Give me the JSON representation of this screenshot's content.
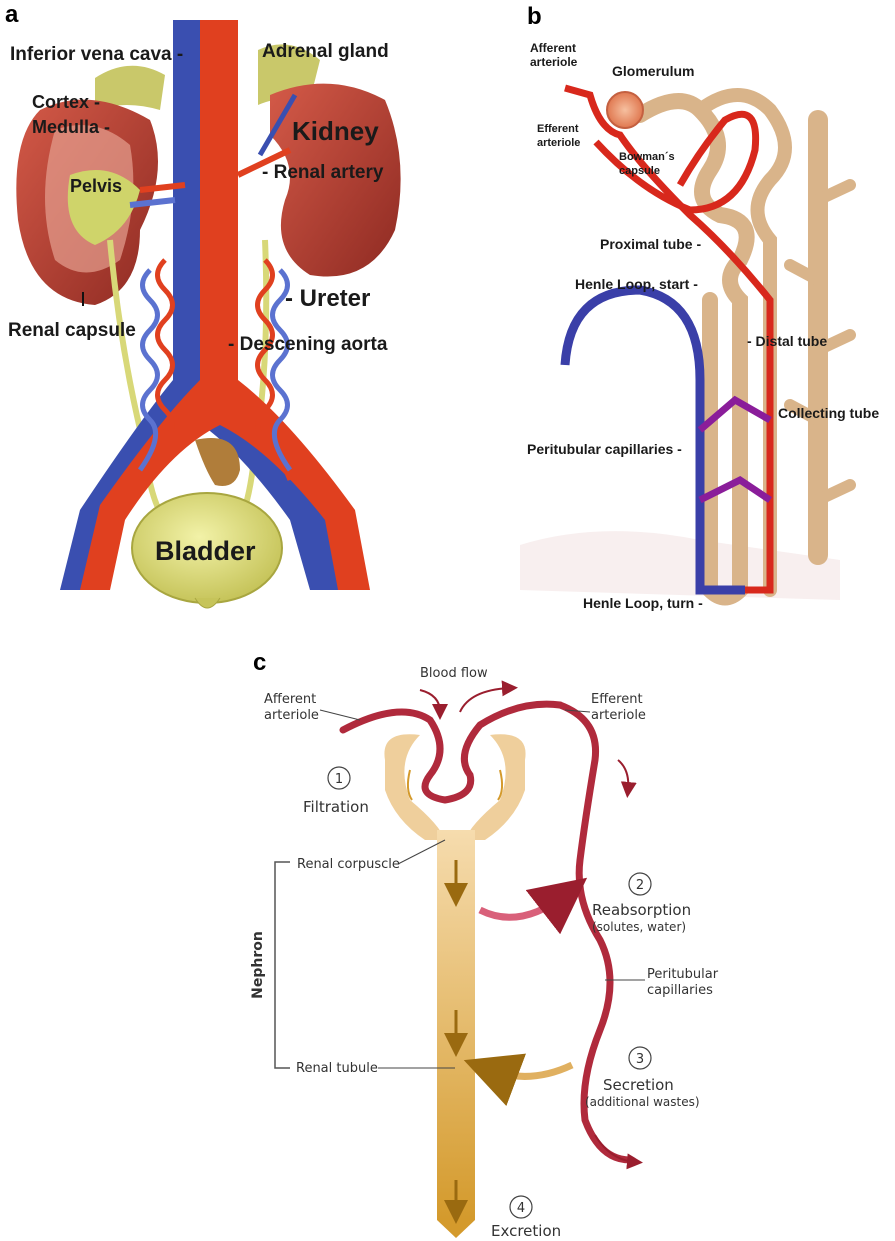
{
  "panels": {
    "a": "a",
    "b": "b",
    "c": "c"
  },
  "panel_a": {
    "inferior_vena_cava": "Inferior vena cava -",
    "adrenal_gland": "Adrenal gland",
    "cortex": "Cortex -",
    "medulla": "Medulla -",
    "kidney": "Kidney",
    "pelvis": "Pelvis",
    "renal_artery": "- Renal artery",
    "ureter": "- Ureter",
    "renal_capsule": "Renal capsule",
    "descending_aorta": "- Descening aorta",
    "bladder": "Bladder"
  },
  "panel_b": {
    "afferent_1": "Afferent",
    "afferent_2": "arteriole",
    "glomerulum": "Glomerulum",
    "efferent_1": "Efferent",
    "efferent_2": "arteriole",
    "bowman_1": "Bowman´s",
    "bowman_2": "capsule",
    "proximal_tube": "Proximal tube -",
    "henle_start": "Henle Loop, start -",
    "distal_tube": "- Distal tube",
    "collecting_tube": "Collecting tube",
    "peritubular": "Peritubular capillaries -",
    "henle_turn": "Henle Loop, turn -"
  },
  "panel_c": {
    "blood_flow": "Blood flow",
    "afferent_1": "Afferent",
    "afferent_2": "arteriole",
    "efferent_1": "Efferent",
    "efferent_2": "arteriole",
    "step1_num": "1",
    "step1": "Filtration",
    "renal_corpuscle": "Renal corpuscle",
    "nephron": "Nephron",
    "step2_num": "2",
    "step2": "Reabsorption",
    "step2_sub": "(solutes, water)",
    "peritubular_1": "Peritubular",
    "peritubular_2": "capillaries",
    "renal_tubule": "Renal tubule",
    "step3_num": "3",
    "step3": "Secretion",
    "step3_sub": "(additional wastes)",
    "step4_num": "4",
    "step4": "Excretion"
  },
  "colors": {
    "artery": "#e0401f",
    "vein": "#3a4fb0",
    "kidney": "#b83a2e",
    "tubule": "#d9b48a",
    "capillary_c": "#b02a3c",
    "tubule_c": "#e3b866"
  }
}
